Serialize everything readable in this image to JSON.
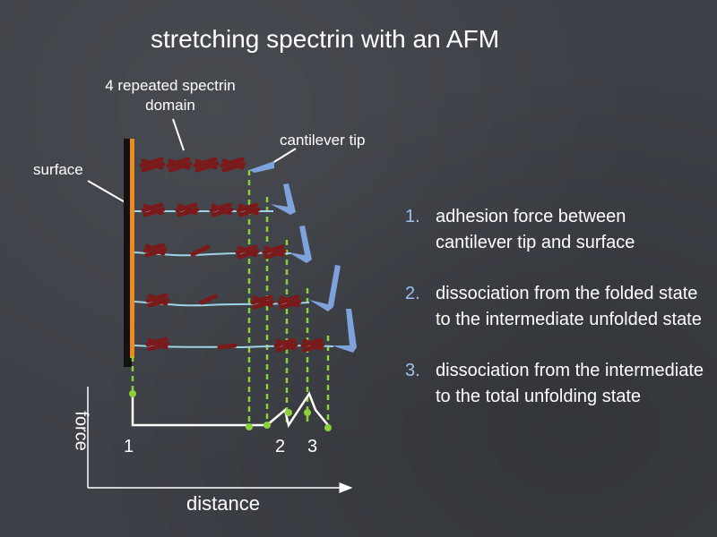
{
  "slide": {
    "title": "stretching spectrin with an AFM",
    "labels": {
      "spectrin": "4 repeated spectrin domain",
      "tip": "cantilever tip",
      "surface": "surface",
      "distance": "distance",
      "force": "force"
    },
    "peaks": [
      "1",
      "2",
      "3"
    ],
    "steps": [
      {
        "num": "1.",
        "text": "adhesion force between cantilever tip and surface"
      },
      {
        "num": "2.",
        "text": "dissociation from the folded state to the intermediate unfolded state"
      },
      {
        "num": "3.",
        "text": "dissociation from the intermediate to the total unfolding state"
      }
    ]
  },
  "colors": {
    "background": "#3d4046",
    "surface_bar": "#f08a1c",
    "domain": "#7a1a1a",
    "cantilever": "#7ea2dc",
    "guide_line": "#8bd13a",
    "linker": "#9fd3e6",
    "list_number": "#9fc1ee"
  }
}
